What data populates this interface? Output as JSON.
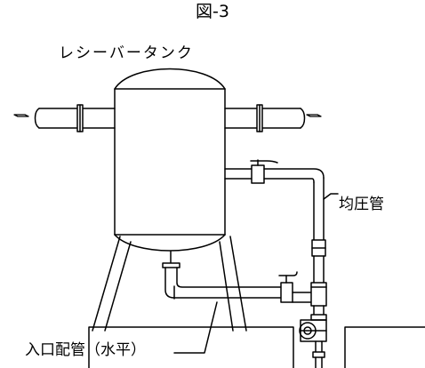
{
  "figure": {
    "title": "図-3",
    "labels": {
      "receiver_tank": "レシーバータンク",
      "equalizer_pipe": "均圧管",
      "inlet_pipe": "入口配管（水平）"
    }
  }
}
